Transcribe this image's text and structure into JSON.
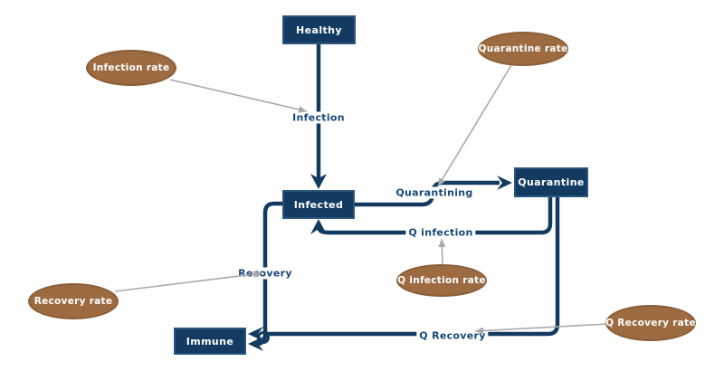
{
  "diagram": {
    "title_hint": "SIR quarantine stock-and-flow model",
    "stocks": {
      "healthy": {
        "label": "Healthy"
      },
      "infected": {
        "label": "Infected"
      },
      "quarantine": {
        "label": "Quarantine"
      },
      "immune": {
        "label": "Immune"
      }
    },
    "flows": {
      "infection": {
        "label": "Infection"
      },
      "quarantining": {
        "label": "Quarantining"
      },
      "q_infection": {
        "label": "Q infection"
      },
      "recovery": {
        "label": "Recovery"
      },
      "q_recovery": {
        "label": "Q Recovery"
      }
    },
    "parameters": {
      "infection_rate": {
        "label": "Infection rate"
      },
      "quarantine_rate": {
        "label": "Quarantine rate"
      },
      "q_infection_rate": {
        "label": "Q infection rate"
      },
      "recovery_rate": {
        "label": "Recovery rate"
      },
      "q_recovery_rate": {
        "label": "Q Recovery rate"
      }
    },
    "colors": {
      "stock_fill": "#133a60",
      "stock_border": "#2b5680",
      "param_fill": "#9c6b41",
      "param_border": "#8b5e37",
      "flow_line": "#133a60",
      "flow_label_text": "#17487a",
      "connector_gray": "#a9a9a9",
      "shape_text": "#ffffff",
      "background": "#ffffff"
    }
  }
}
